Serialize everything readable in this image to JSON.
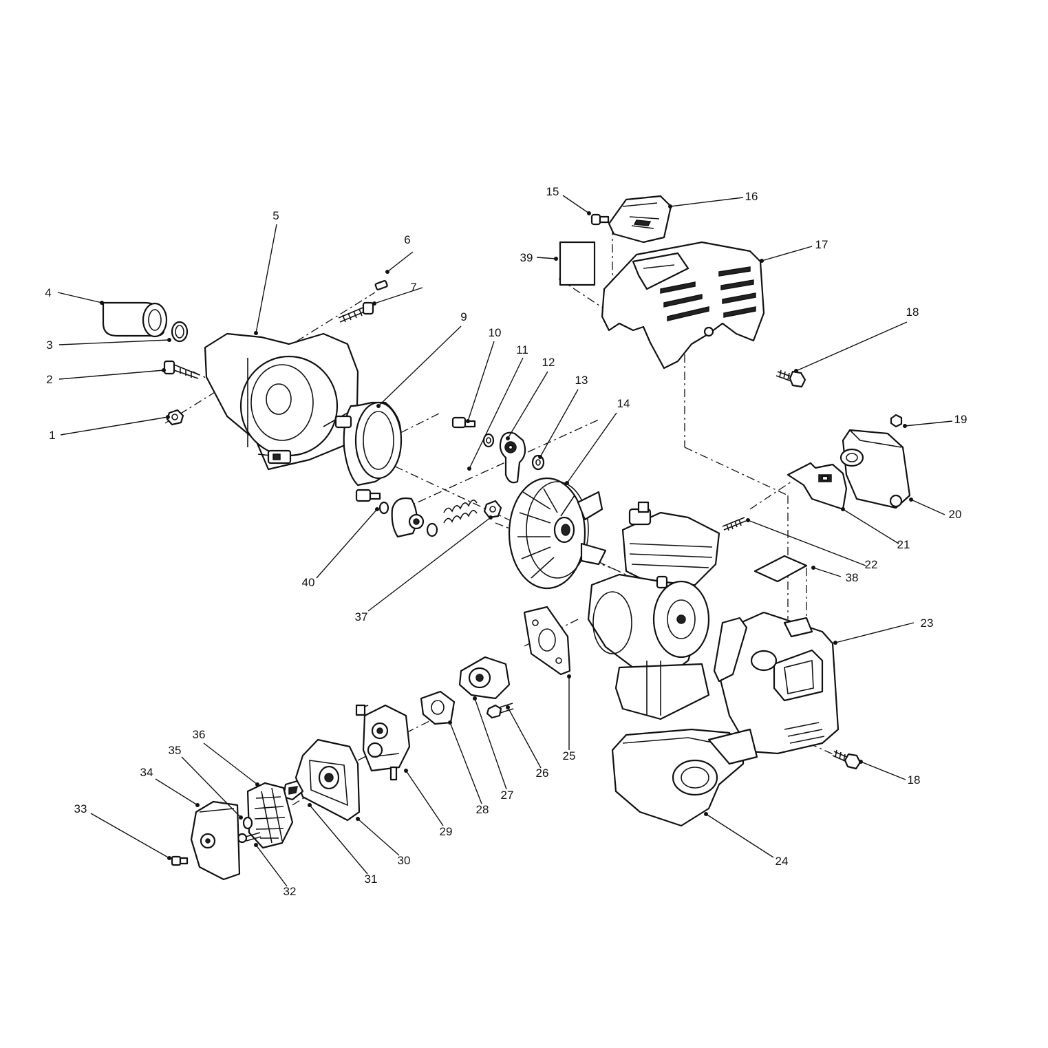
{
  "callouts": [
    {
      "label": "1"
    },
    {
      "label": "2"
    },
    {
      "label": "3"
    },
    {
      "label": "4"
    },
    {
      "label": "5"
    },
    {
      "label": "6"
    },
    {
      "label": "7"
    },
    {
      "label": "9"
    },
    {
      "label": "10"
    },
    {
      "label": "11"
    },
    {
      "label": "12"
    },
    {
      "label": "13"
    },
    {
      "label": "14"
    },
    {
      "label": "15"
    },
    {
      "label": "16"
    },
    {
      "label": "17"
    },
    {
      "label": "18"
    },
    {
      "label": "19"
    },
    {
      "label": "20"
    },
    {
      "label": "21"
    },
    {
      "label": "22"
    },
    {
      "label": "38"
    },
    {
      "label": "23"
    },
    {
      "label": "18"
    },
    {
      "label": "24"
    },
    {
      "label": "25"
    },
    {
      "label": "26"
    },
    {
      "label": "27"
    },
    {
      "label": "28"
    },
    {
      "label": "29"
    },
    {
      "label": "30"
    },
    {
      "label": "31"
    },
    {
      "label": "32"
    },
    {
      "label": "33"
    },
    {
      "label": "34"
    },
    {
      "label": "35"
    },
    {
      "label": "36"
    },
    {
      "label": "37"
    },
    {
      "label": "39"
    },
    {
      "label": "40"
    }
  ]
}
